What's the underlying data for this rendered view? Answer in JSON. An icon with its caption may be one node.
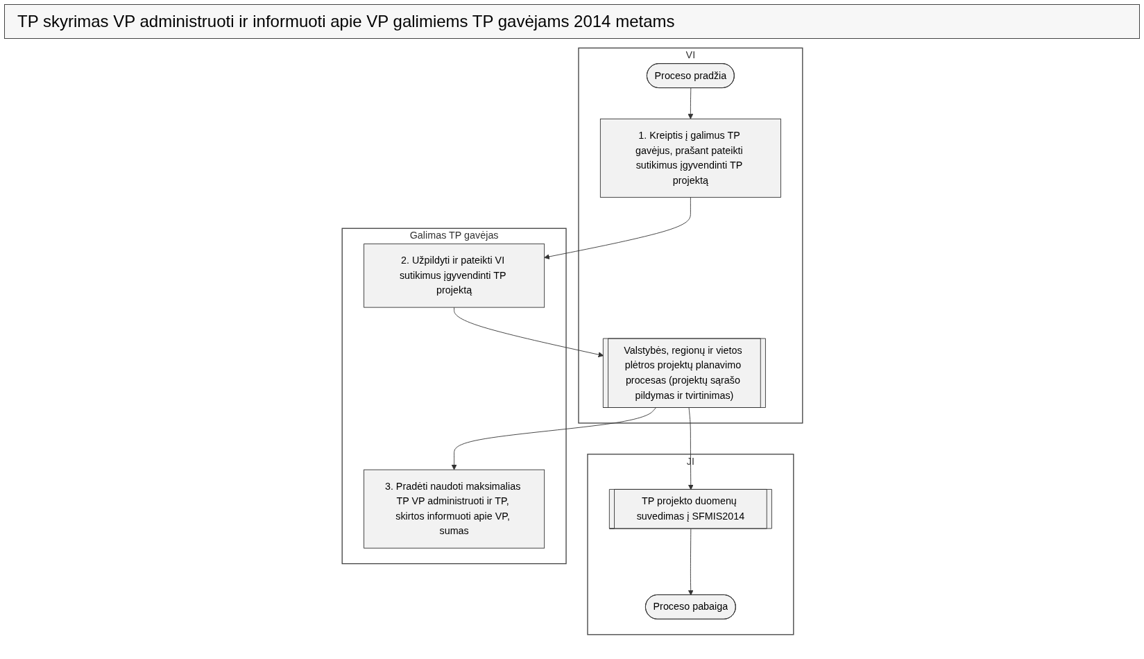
{
  "diagram": {
    "title": "TP skyrimas VP administruoti ir informuoti apie VP galimiems TP gavėjams 2014 metams",
    "nodes": [
      {
        "text": [
          "VI"
        ]
      },
      {
        "text": [
          "Proceso pradžia"
        ],
        "in": 0
      },
      {
        "text": [
          "1. Kreiptis į galimus TP gavėjus, prašant pateikti sutikimus įgyvendinti TP projektą"
        ],
        "in": 0
      },
      {
        "text": [
          "Valstybės, regionų ir vietos plėtros projektų planavimo procesas (projektų sąrašo pildymas ir tvirtinimas)"
        ],
        "in": 0
      },
      {
        "text": [
          "JI"
        ]
      },
      {
        "text": [
          "TP projekto duomenų suvedimas į SFMIS2014"
        ],
        "in": 4
      },
      {
        "text": [
          "Proceso pabaiga"
        ],
        "in": 4
      },
      {
        "text": [
          "Galimas TP gavėjas"
        ]
      },
      {
        "text": [
          "2. Užpildyti ir pateikti VI sutikimus įgyvendinti TP projektą"
        ],
        "in": 7
      },
      {
        "text": [
          "3. Pradėti naudoti maksimalias TP VP administruoti ir TP, skirtos informuoti apie VP, sumas"
        ],
        "in": 7
      }
    ],
    "edges": [
      {
        "from": 1,
        "to": 2,
        "arrow": "to"
      },
      {
        "from": 2,
        "to": 8,
        "arrow": "to"
      },
      {
        "from": 8,
        "to": 3,
        "arrow": "to"
      },
      {
        "from": 3,
        "to": 5,
        "arrow": "to"
      },
      {
        "from": 3,
        "to": 9,
        "arrow": "to"
      },
      {
        "from": 5,
        "to": 6,
        "arrow": "to"
      }
    ]
  }
}
